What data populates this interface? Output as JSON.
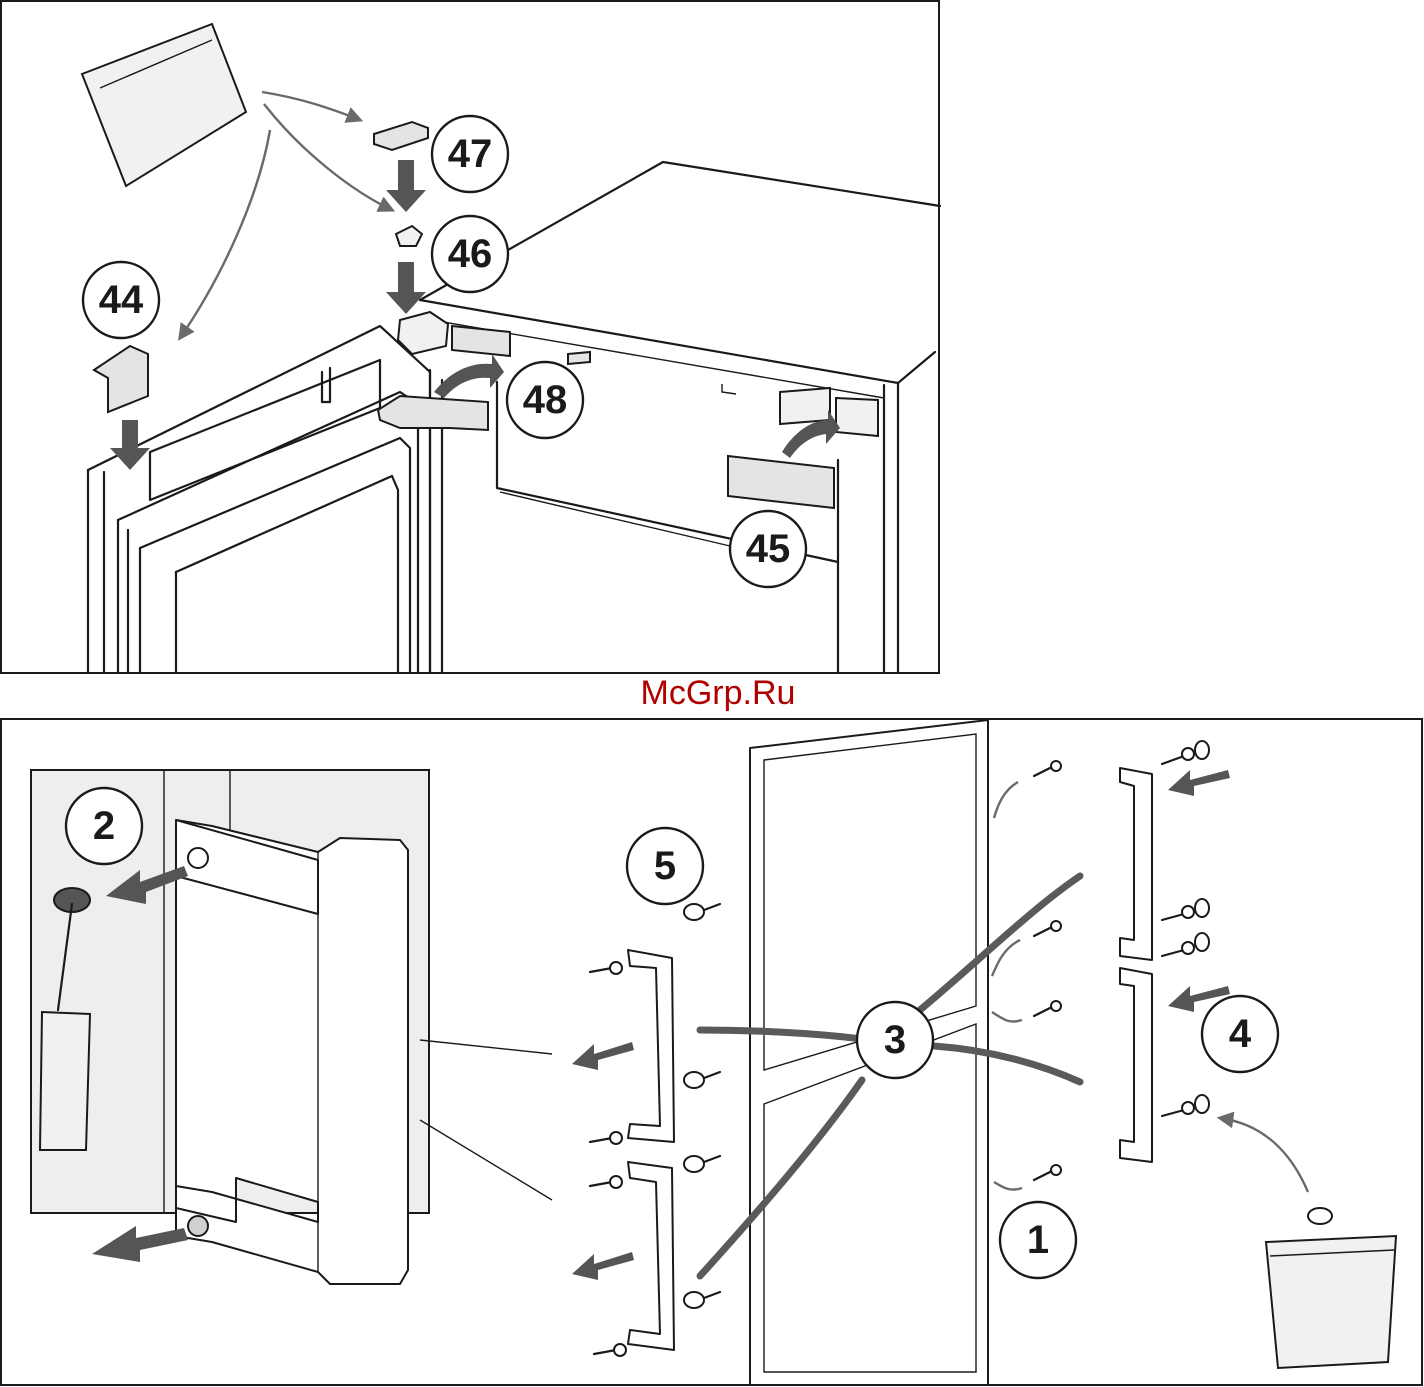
{
  "watermark": "McGrp.Ru",
  "top_panel": {
    "callouts": [
      "44",
      "45",
      "46",
      "47",
      "48"
    ]
  },
  "bottom_panel": {
    "callouts": [
      "1",
      "2",
      "3",
      "4",
      "5"
    ]
  },
  "icons": [
    "bag-icon",
    "screwdriver-icon",
    "arrow-icon",
    "screw-icon",
    "cap-icon",
    "handle-icon"
  ]
}
